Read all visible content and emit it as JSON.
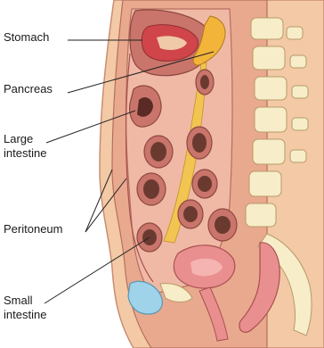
{
  "labels": {
    "stomach": "Stomach",
    "pancreas": "Pancreas",
    "large_intestine": "Large\nintestine",
    "peritoneum": "Peritoneum",
    "small_intestine": "Small\nintestine"
  },
  "colors": {
    "skin": "#f3c9a6",
    "tissue": "#e9a98e",
    "organ": "#c9756b",
    "cavity": "#efb9a6",
    "bone": "#f7edc8",
    "pancreas": "#f2b53a",
    "stomach_lining": "#d0454a",
    "bladder": "#9fd3ea",
    "line": "#222222"
  }
}
